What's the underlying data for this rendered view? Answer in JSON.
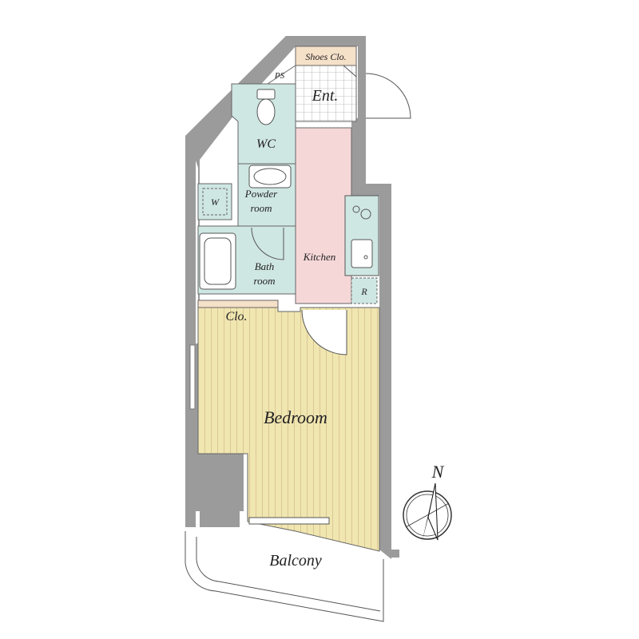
{
  "rooms": {
    "shoes_closet": "Shoes Clo.",
    "ps": "PS",
    "entrance": "Ent.",
    "wc": "WC",
    "washer": "W",
    "powder_line1": "Powder",
    "powder_line2": "room",
    "bath_line1": "Bath",
    "bath_line2": "room",
    "kitchen": "Kitchen",
    "refrigerator": "R",
    "closet": "Clo.",
    "bedroom": "Bedroom",
    "balcony": "Balcony"
  },
  "compass": {
    "label": "N"
  },
  "colors": {
    "wall": "#9b9b9b",
    "wet_area": "#cfe7e3",
    "kitchen": "#f6d7d8",
    "bedroom": "#f0e6b0",
    "closet": "#f5e0c8",
    "entrance_tile": "#ffffff"
  }
}
